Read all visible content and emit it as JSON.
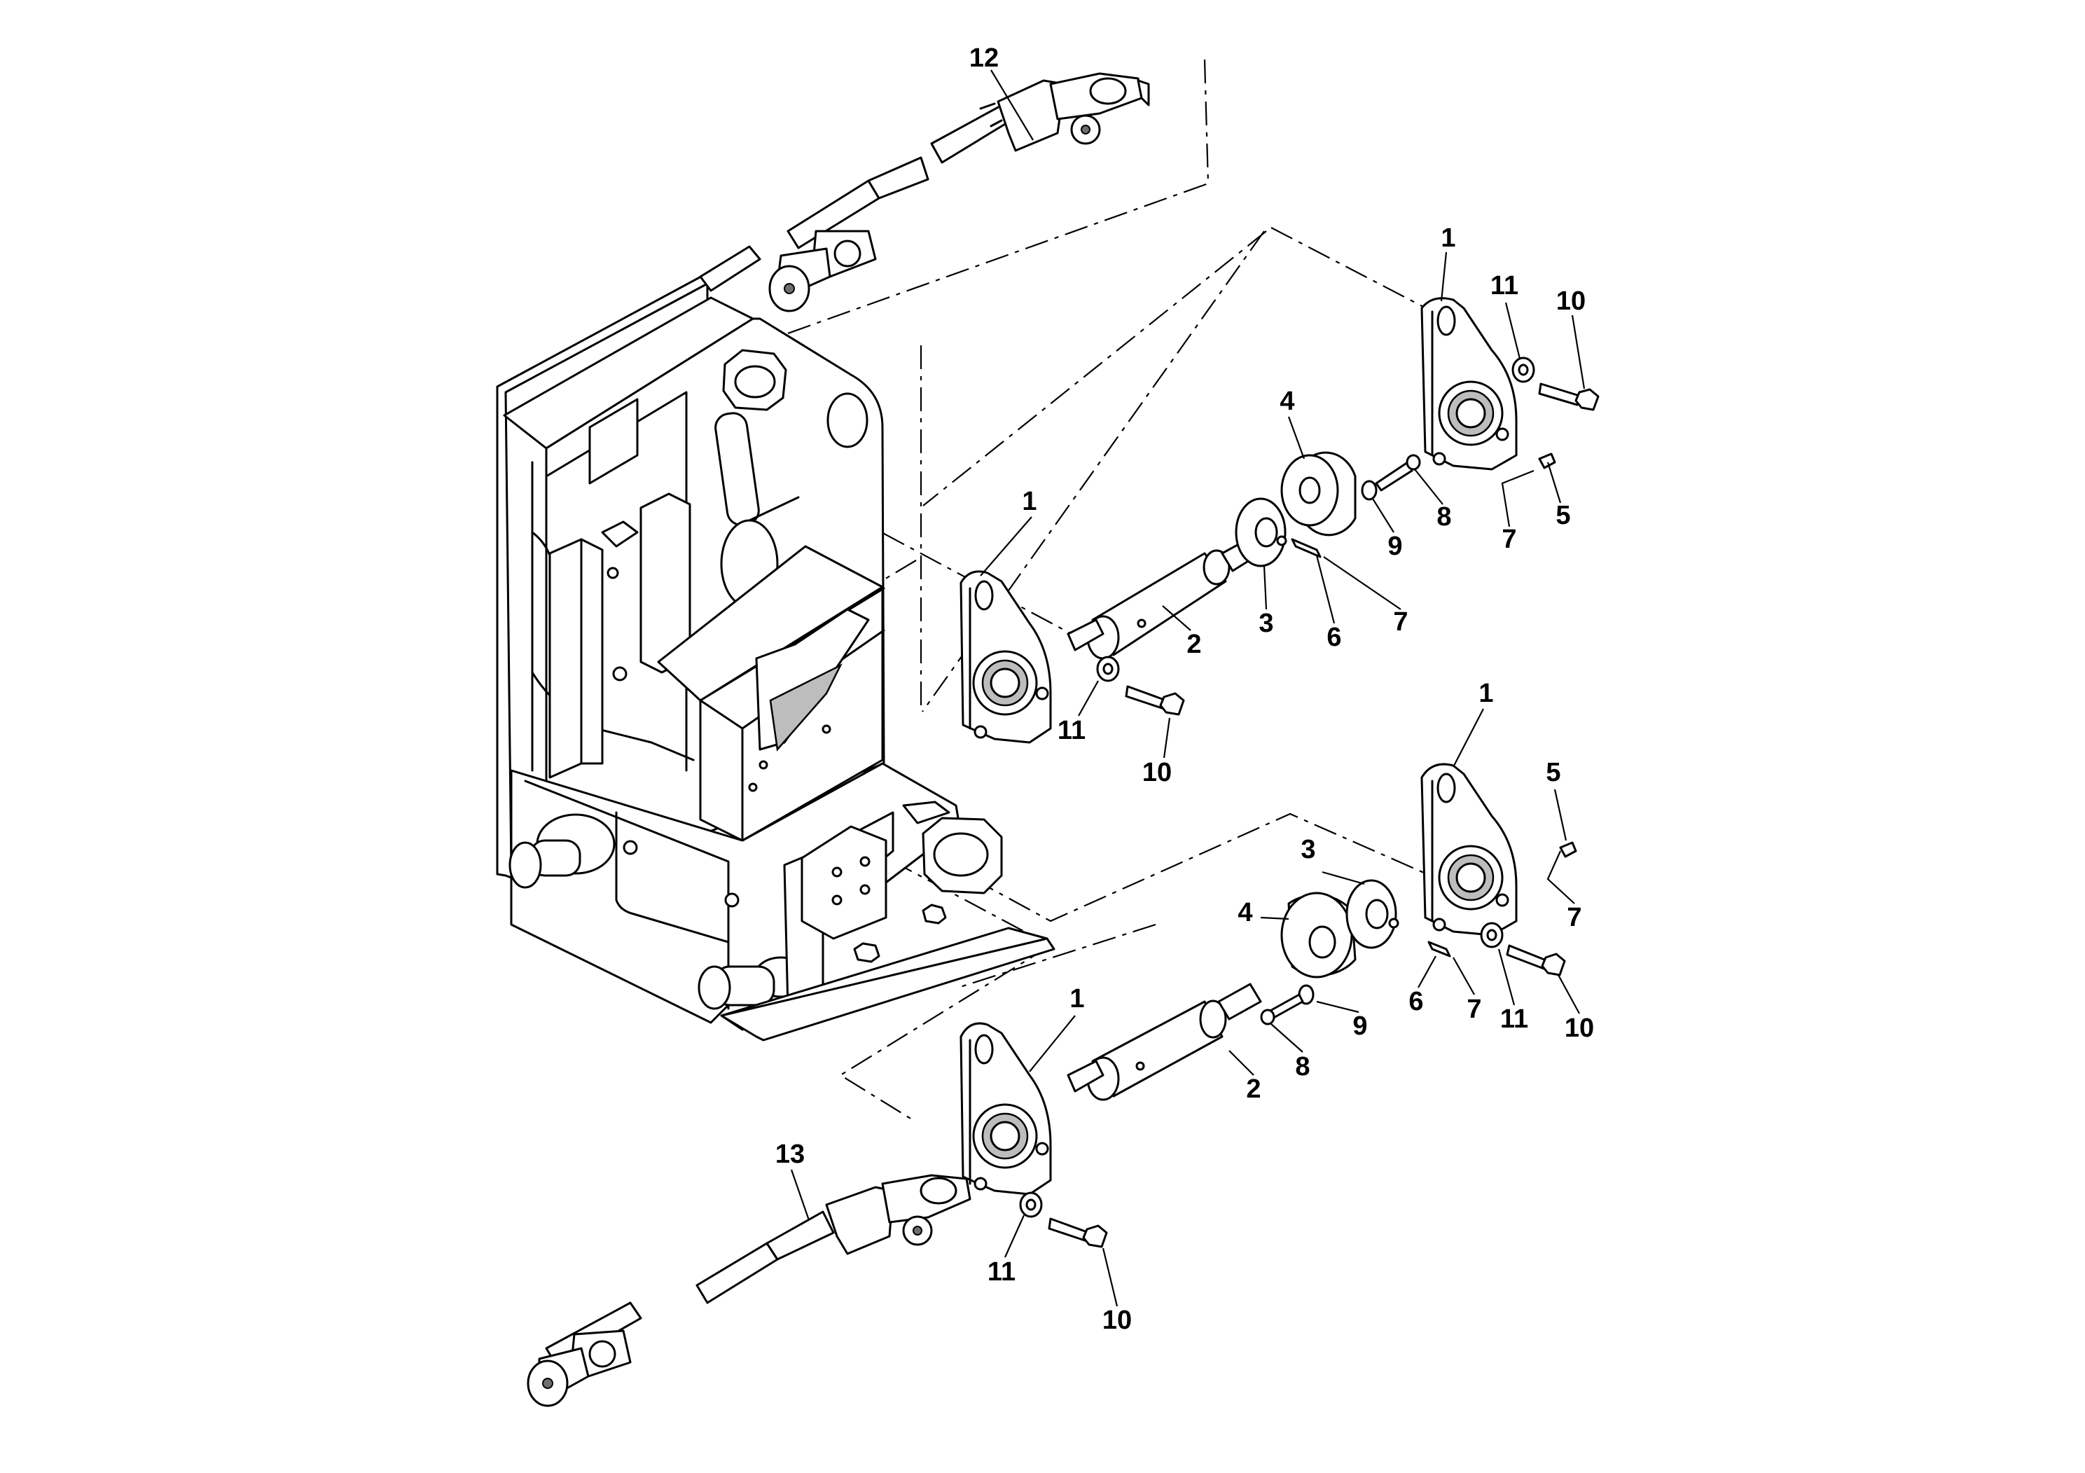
{
  "diagram": {
    "callouts": [
      {
        "id": "c12",
        "text": "12"
      },
      {
        "id": "c1a",
        "text": "1"
      },
      {
        "id": "c11a",
        "text": "11"
      },
      {
        "id": "c10a",
        "text": "10"
      },
      {
        "id": "c4a",
        "text": "4"
      },
      {
        "id": "c8a",
        "text": "8"
      },
      {
        "id": "c5a",
        "text": "5"
      },
      {
        "id": "c9a",
        "text": "9"
      },
      {
        "id": "c7a",
        "text": "7"
      },
      {
        "id": "c1b",
        "text": "1"
      },
      {
        "id": "c2a",
        "text": "2"
      },
      {
        "id": "c3a",
        "text": "3"
      },
      {
        "id": "c6a",
        "text": "6"
      },
      {
        "id": "c7b",
        "text": "7"
      },
      {
        "id": "c11b",
        "text": "11"
      },
      {
        "id": "c10b",
        "text": "10"
      },
      {
        "id": "c1c",
        "text": "1"
      },
      {
        "id": "c5b",
        "text": "5"
      },
      {
        "id": "c3b",
        "text": "3"
      },
      {
        "id": "c4b",
        "text": "4"
      },
      {
        "id": "c7c",
        "text": "7"
      },
      {
        "id": "c6b",
        "text": "6"
      },
      {
        "id": "c7d",
        "text": "7"
      },
      {
        "id": "c11c",
        "text": "11"
      },
      {
        "id": "c10c",
        "text": "10"
      },
      {
        "id": "c9b",
        "text": "9"
      },
      {
        "id": "c8b",
        "text": "8"
      },
      {
        "id": "c2b",
        "text": "2"
      },
      {
        "id": "c1d",
        "text": "1"
      },
      {
        "id": "c13",
        "text": "13"
      },
      {
        "id": "c11d",
        "text": "11"
      },
      {
        "id": "c10d",
        "text": "10"
      }
    ]
  }
}
